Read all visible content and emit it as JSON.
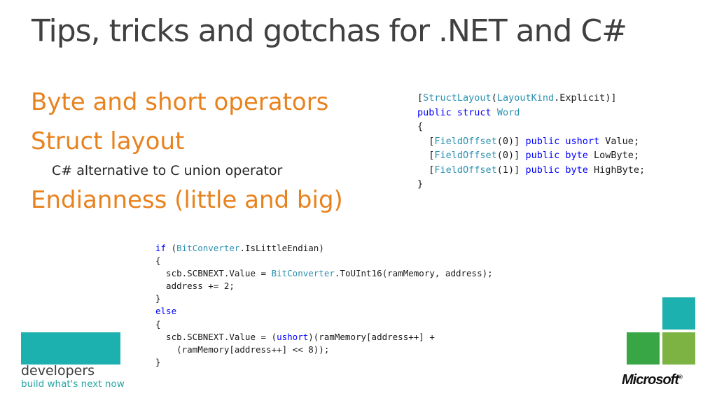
{
  "slide": {
    "title": "Tips, tricks and gotchas for .NET and C#"
  },
  "bullets": [
    {
      "text": "Byte and short operators"
    },
    {
      "text": "Struct layout"
    },
    {
      "text": "C# alternative to C union operator"
    },
    {
      "text": "Endianness (little and big)"
    }
  ],
  "code_struct": [
    [
      {
        "t": "[",
        "c": "plain"
      },
      {
        "t": "StructLayout",
        "c": "type"
      },
      {
        "t": "(",
        "c": "plain"
      },
      {
        "t": "LayoutKind",
        "c": "type"
      },
      {
        "t": ".Explicit)]",
        "c": "plain"
      }
    ],
    [
      {
        "t": "public",
        "c": "kw"
      },
      {
        "t": " ",
        "c": "plain"
      },
      {
        "t": "struct",
        "c": "kw"
      },
      {
        "t": " ",
        "c": "plain"
      },
      {
        "t": "Word",
        "c": "type"
      }
    ],
    [
      {
        "t": "{",
        "c": "plain"
      }
    ],
    [
      {
        "t": "  [",
        "c": "plain"
      },
      {
        "t": "FieldOffset",
        "c": "type"
      },
      {
        "t": "(0)] ",
        "c": "plain"
      },
      {
        "t": "public",
        "c": "kw"
      },
      {
        "t": " ",
        "c": "plain"
      },
      {
        "t": "ushort",
        "c": "kw"
      },
      {
        "t": " Value;",
        "c": "plain"
      }
    ],
    [
      {
        "t": "  [",
        "c": "plain"
      },
      {
        "t": "FieldOffset",
        "c": "type"
      },
      {
        "t": "(0)] ",
        "c": "plain"
      },
      {
        "t": "public",
        "c": "kw"
      },
      {
        "t": " ",
        "c": "plain"
      },
      {
        "t": "byte",
        "c": "kw"
      },
      {
        "t": " LowByte;",
        "c": "plain"
      }
    ],
    [
      {
        "t": "  [",
        "c": "plain"
      },
      {
        "t": "FieldOffset",
        "c": "type"
      },
      {
        "t": "(1)] ",
        "c": "plain"
      },
      {
        "t": "public",
        "c": "kw"
      },
      {
        "t": " ",
        "c": "plain"
      },
      {
        "t": "byte",
        "c": "kw"
      },
      {
        "t": " HighByte;",
        "c": "plain"
      }
    ],
    [
      {
        "t": "}",
        "c": "plain"
      }
    ]
  ],
  "code_endian": [
    [
      {
        "t": "if",
        "c": "kw"
      },
      {
        "t": " (",
        "c": "plain"
      },
      {
        "t": "BitConverter",
        "c": "type"
      },
      {
        "t": ".IsLittleEndian)",
        "c": "plain"
      }
    ],
    [
      {
        "t": "{",
        "c": "plain"
      }
    ],
    [
      {
        "t": "  scb.SCBNEXT.Value = ",
        "c": "plain"
      },
      {
        "t": "BitConverter",
        "c": "type"
      },
      {
        "t": ".ToUInt16(ramMemory, address);",
        "c": "plain"
      }
    ],
    [
      {
        "t": "  address += 2;",
        "c": "plain"
      }
    ],
    [
      {
        "t": "}",
        "c": "plain"
      }
    ],
    [
      {
        "t": "else",
        "c": "kw"
      }
    ],
    [
      {
        "t": "{",
        "c": "plain"
      }
    ],
    [
      {
        "t": "  scb.SCBNEXT.Value = (",
        "c": "plain"
      },
      {
        "t": "ushort",
        "c": "kw"
      },
      {
        "t": ")(ramMemory[address++] +",
        "c": "plain"
      }
    ],
    [
      {
        "t": "    (ramMemory[address++] << 8));",
        "c": "plain"
      }
    ],
    [
      {
        "t": "}",
        "c": "plain"
      }
    ]
  ],
  "branding": {
    "developers": "developers",
    "tagline": "build what's next now",
    "microsoft": "Microsoft",
    "registered": "®"
  },
  "colors": {
    "title": "#404040",
    "bullet": "#E8821E",
    "keyword": "#0000FF",
    "type": "#2B91AF",
    "teal": "#1CB0AE",
    "green": "#38A645",
    "light_green": "#7CB342"
  }
}
